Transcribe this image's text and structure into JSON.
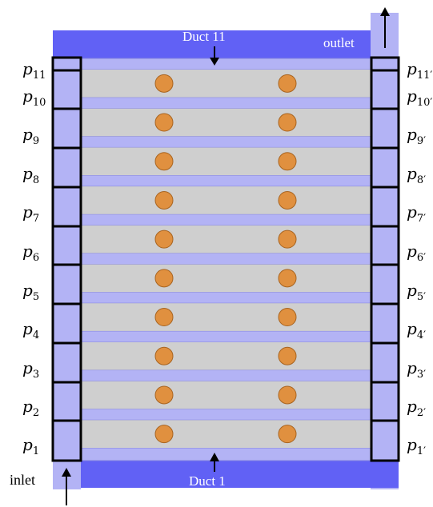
{
  "labels": {
    "top_duct": "Duct 11",
    "bottom_duct": "Duct 1",
    "outlet": "outlet",
    "inlet": "inlet"
  },
  "left_pressures": [
    {
      "base": "p",
      "sub": "11"
    },
    {
      "base": "p",
      "sub": "10"
    },
    {
      "base": "p",
      "sub": "9"
    },
    {
      "base": "p",
      "sub": "8"
    },
    {
      "base": "p",
      "sub": "7"
    },
    {
      "base": "p",
      "sub": "6"
    },
    {
      "base": "p",
      "sub": "5"
    },
    {
      "base": "p",
      "sub": "4"
    },
    {
      "base": "p",
      "sub": "3"
    },
    {
      "base": "p",
      "sub": "2"
    },
    {
      "base": "p",
      "sub": "1"
    }
  ],
  "right_pressures": [
    {
      "base": "p",
      "sub": "11′"
    },
    {
      "base": "p",
      "sub": "10′"
    },
    {
      "base": "p",
      "sub": "9′"
    },
    {
      "base": "p",
      "sub": "8′"
    },
    {
      "base": "p",
      "sub": "7′"
    },
    {
      "base": "p",
      "sub": "6′"
    },
    {
      "base": "p",
      "sub": "5′"
    },
    {
      "base": "p",
      "sub": "4′"
    },
    {
      "base": "p",
      "sub": "3′"
    },
    {
      "base": "p",
      "sub": "2′"
    },
    {
      "base": "p",
      "sub": "1′"
    }
  ],
  "colors": {
    "duct": "#6161f5",
    "channel": "#b3b3f5",
    "channel_line": "#8080e0",
    "cell": "#cfcfcf",
    "cell_circle": "#e0903f",
    "cell_circle_stroke": "#a86420",
    "manifold_border": "#000000"
  }
}
